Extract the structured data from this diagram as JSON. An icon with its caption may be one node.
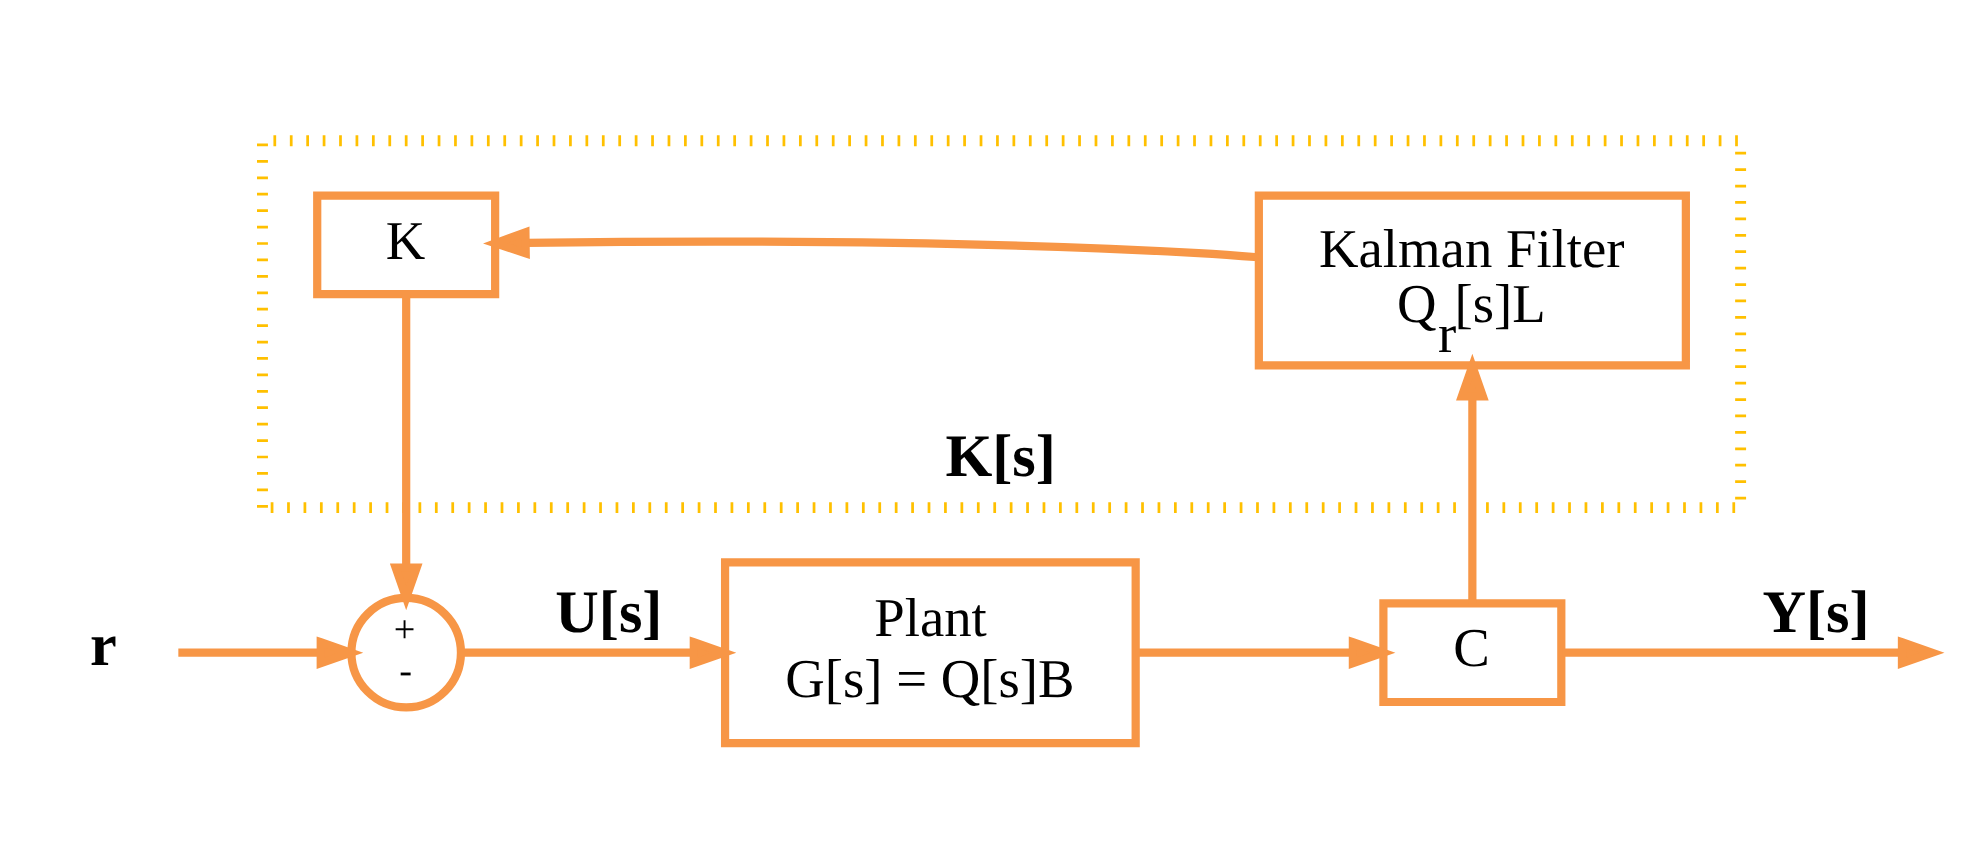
{
  "diagram": {
    "nodes": [
      {
        "text": [
          "r"
        ]
      },
      {
        "text": [
          "+",
          "-"
        ]
      },
      {
        "text": [
          "Plant",
          "G[s] = Q[s]B"
        ]
      },
      {
        "text": [
          "C"
        ]
      },
      {
        "text": [
          "K[s]"
        ]
      },
      {
        "text": [
          "Kalman Filter",
          "Q$_{r}$[s]L"
        ],
        "in": 4
      },
      {
        "text": [
          "K"
        ],
        "in": 4
      }
    ],
    "edges": [
      {
        "from": 0,
        "to": 1,
        "arrow": "to"
      },
      {
        "from": 1,
        "to": 2,
        "arrow": "to",
        "label": "U[s]"
      },
      {
        "from": 2,
        "to": 3,
        "arrow": "to"
      },
      {
        "from": 3,
        "to": null,
        "arrow": "to",
        "label": "Y[s]"
      },
      {
        "from": 3,
        "to": 5,
        "arrow": "to"
      },
      {
        "from": 5,
        "to": 6,
        "arrow": "to"
      },
      {
        "from": 6,
        "to": 1,
        "arrow": "to"
      }
    ]
  }
}
